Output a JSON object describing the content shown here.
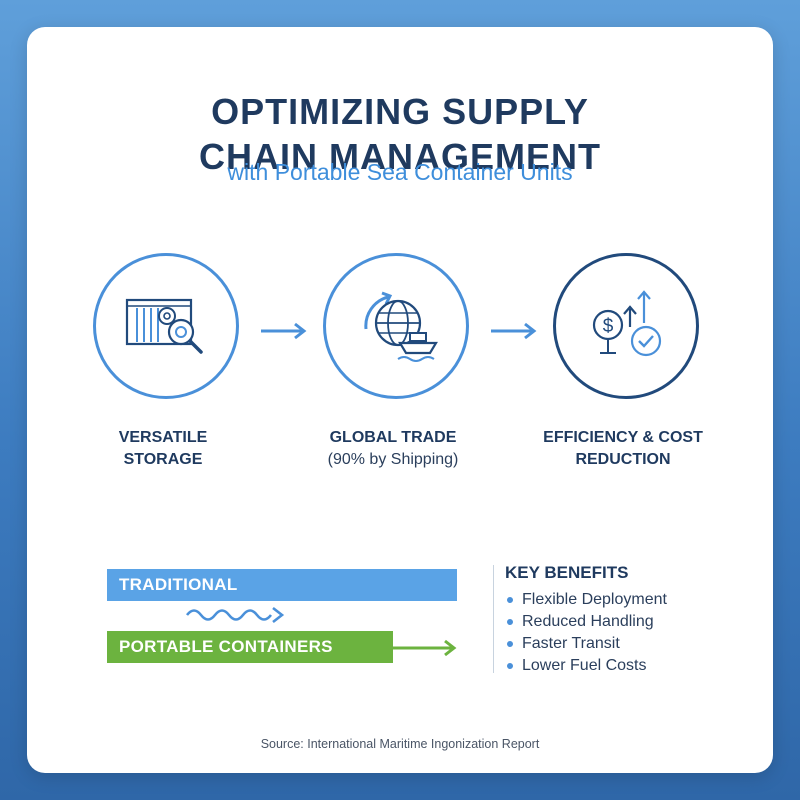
{
  "header": {
    "title_line1": "OPTIMIZING SUPPLY",
    "title_line2": "CHAIN MANAGEMENT",
    "subtitle": "with Portable Sea Container Units"
  },
  "steps": [
    {
      "label_line1": "VERSATILE",
      "label_line2": "STORAGE",
      "sub": "",
      "icon": "container-gear-magnifier-icon"
    },
    {
      "label_line1": "GLOBAL TRADE",
      "label_line2": "",
      "sub": "(90% by Shipping)",
      "icon": "globe-ship-icon"
    },
    {
      "label_line1": "EFFICIENCY & COST",
      "label_line2": "REDUCTION",
      "sub": "",
      "icon": "dollar-growth-check-icon"
    }
  ],
  "comparison": {
    "traditional_label": "TRADITIONAL",
    "portable_label": "PORTABLE CONTAINERS"
  },
  "benefits": {
    "title": "KEY BENEFITS",
    "items": [
      "Flexible Deployment",
      "Reduced Handling",
      "Faster Transit",
      "Lower Fuel Costs"
    ]
  },
  "source": "Source: International Maritime Ingonization Report",
  "colors": {
    "title": "#1f3a5f",
    "accent_blue": "#4a90d9",
    "dark_blue": "#214a7c",
    "green": "#6cb33f"
  }
}
